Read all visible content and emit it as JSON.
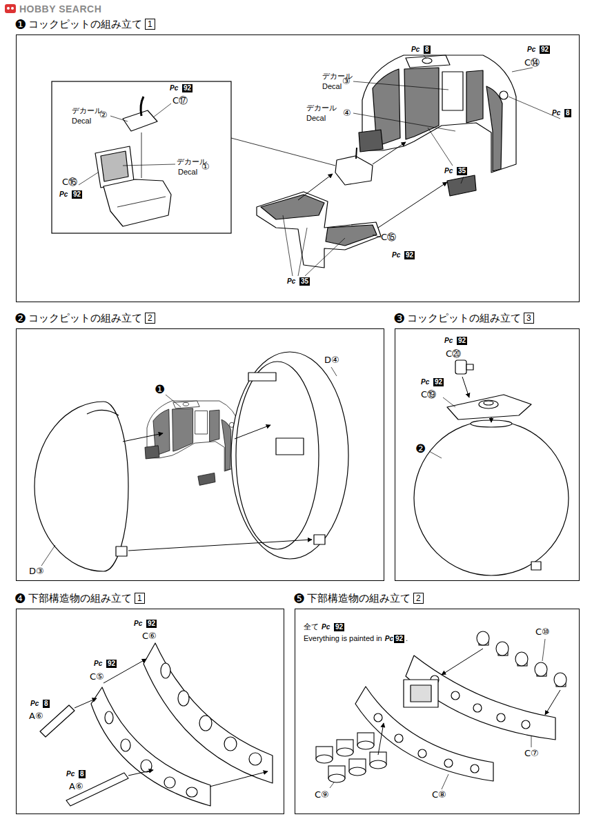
{
  "diagram": {
    "nodes": [
      {
        "text": [
          "❶",
          "コックピットの組み立て",
          "1"
        ]
      },
      {
        "text": [
          "❷",
          "コックピットの組み立て",
          "2"
        ]
      },
      {
        "text": [
          "❸",
          "コックピットの組み立て",
          "3"
        ]
      },
      {
        "text": [
          "❹",
          "下部構造物の組み立て",
          "1"
        ]
      },
      {
        "text": [
          "❺",
          "下部構造物の組み立て",
          "2"
        ]
      }
    ],
    "labels": [
      "HOBBY SEARCH",
      "Pc",
      "8",
      "Pc",
      "92",
      "C⑭",
      "デカール",
      "Decal",
      "③",
      "デカール",
      "Decal",
      "④",
      "Pc",
      "8",
      "Pc",
      "35",
      "C⑮",
      "Pc",
      "92",
      "Pc",
      "35",
      "Pc",
      "92",
      "C⑰",
      "デカール",
      "Decal",
      "②",
      "デカール",
      "Decal",
      "①",
      "C⑯",
      "Pc",
      "92",
      "❶",
      "D④",
      "D③",
      "Pc",
      "92",
      "C⑳",
      "Pc",
      "92",
      "C⑲",
      "❷",
      "Pc",
      "92",
      "C⑥",
      "Pc",
      "92",
      "C⑤",
      "Pc",
      "8",
      "A⑥",
      "Pc",
      "8",
      "A⑥",
      "全て",
      "Pc",
      "92",
      "Everything is painted in",
      "Pc",
      "92",
      ".",
      "C⑩",
      "C⑦",
      "C⑨",
      "C⑧"
    ]
  }
}
